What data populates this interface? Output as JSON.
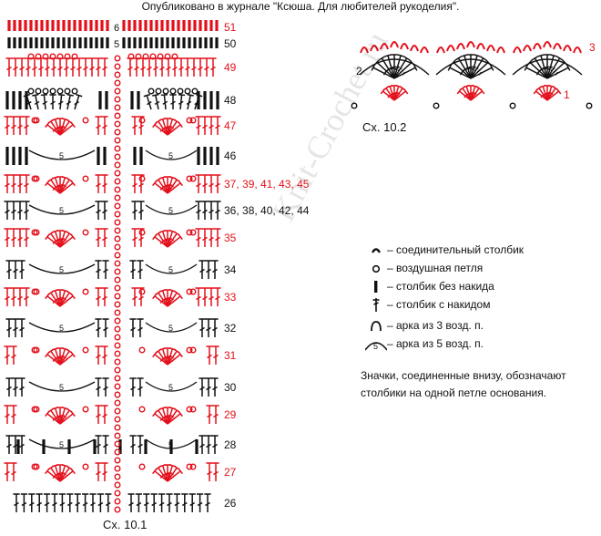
{
  "header": {
    "text": "Опубликовано в журнале \"Ксюша. Для любителей рукоделия\"."
  },
  "chart_10_1": {
    "caption": "Сх. 10.1",
    "row_labels": [
      {
        "text": "51",
        "color": "red"
      },
      {
        "text": "50",
        "color": "black"
      },
      {
        "text": "49",
        "color": "red"
      },
      {
        "text": "48",
        "color": "black"
      },
      {
        "text": "47",
        "color": "red"
      },
      {
        "text": "46",
        "color": "black"
      },
      {
        "text": "37, 39, 41, 43, 45",
        "color": "red"
      },
      {
        "text": "36, 38, 40, 42, 44",
        "color": "black"
      },
      {
        "text": "35",
        "color": "red"
      },
      {
        "text": "34",
        "color": "black"
      },
      {
        "text": "33",
        "color": "red"
      },
      {
        "text": "32",
        "color": "black"
      },
      {
        "text": "31",
        "color": "red"
      },
      {
        "text": "30",
        "color": "black"
      },
      {
        "text": "29",
        "color": "red"
      },
      {
        "text": "28",
        "color": "black"
      },
      {
        "text": "27",
        "color": "red"
      },
      {
        "text": "26",
        "color": "black"
      }
    ],
    "arc_label": "5",
    "center_marks": [
      "6",
      "5"
    ]
  },
  "chart_10_2": {
    "caption": "Сх. 10.2",
    "row_numbers": [
      "1",
      "2",
      "3"
    ]
  },
  "legend": [
    {
      "symbol": "slip-stitch",
      "text": "– соединительный столбик"
    },
    {
      "symbol": "chain",
      "text": "– воздушная петля"
    },
    {
      "symbol": "single-crochet",
      "text": "– столбик без накида"
    },
    {
      "symbol": "double-crochet",
      "text": "– столбик с накидом"
    },
    {
      "symbol": "arch-3",
      "text": "– арка из 3 возд. п."
    },
    {
      "symbol": "arch-5",
      "text": "– арка из 5 возд. п.",
      "arch_label": "5"
    }
  ],
  "note": "Значки, соединенные внизу, обозначают столбики на одной петле основания.",
  "watermark": "Knit-Crochet.ru",
  "colors": {
    "red": "#e3101b",
    "black": "#111111"
  }
}
